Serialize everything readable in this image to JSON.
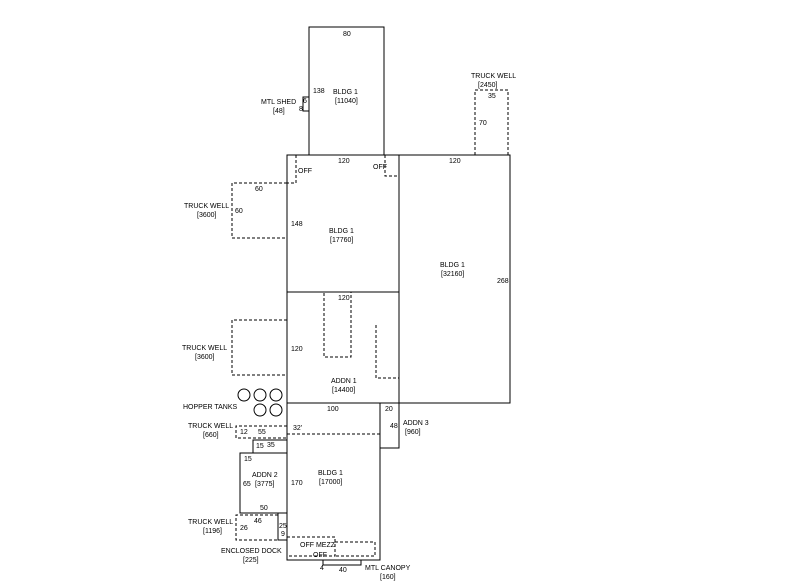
{
  "labels": {
    "dim_80": "80",
    "bldg1_top": "BLDG 1",
    "bldg1_top_area": "[11040]",
    "dim_138": "138",
    "dim_6": "6",
    "dim_8": "8",
    "mtl_shed": "MTL SHED",
    "mtl_shed_area": "[48]",
    "truck_well_tr": "TRUCK WELL",
    "truck_well_tr_area": "[2450]",
    "dim_35_tr": "35",
    "dim_70": "70",
    "dim_120_mid": "120",
    "dim_120_right": "120",
    "off_1": "OFF",
    "off_2": "OFF",
    "dim_60_top": "60",
    "dim_60_side": "60",
    "truck_well_l1": "TRUCK WELL",
    "truck_well_l1_area": "[3600]",
    "dim_148": "148",
    "bldg1_mid": "BLDG 1",
    "bldg1_mid_area": "[17760]",
    "bldg1_right": "BLDG 1",
    "bldg1_right_area": "[32160]",
    "dim_268": "268",
    "dim_120_addn": "120",
    "truck_well_l2": "TRUCK WELL",
    "truck_well_l2_area": "[3600]",
    "dim_120_l2": "120",
    "addn1": "ADDN 1",
    "addn1_area": "[14400]",
    "hopper_tanks": "HOPPER TANKS",
    "dim_100": "100",
    "dim_20": "20",
    "dim_48": "48",
    "addn3": "ADDN 3",
    "addn3_area": "[960]",
    "truck_well_l3": "TRUCK WELL",
    "truck_well_l3_area": "[660]",
    "dim_12": "12",
    "dim_55": "55",
    "dim_32": "32'",
    "dim_15a": "15",
    "dim_35_b": "35",
    "dim_15b": "15",
    "addn2": "ADDN 2",
    "addn2_area": "[3775]",
    "dim_65": "65",
    "dim_170": "170",
    "bldg1_bot": "BLDG 1",
    "bldg1_bot_area": "[17000]",
    "dim_50": "50",
    "truck_well_l4": "TRUCK WELL",
    "truck_well_l4_area": "[1196]",
    "dim_46": "46",
    "dim_26": "26",
    "dim_25": "25",
    "dim_9": "9",
    "enclosed_dock": "ENCLOSED DOCK",
    "enclosed_dock_area": "[225]",
    "off_mezz": "OFF MEZZ",
    "off_3": "OFF",
    "dim_4": "4",
    "dim_40": "40",
    "mtl_canopy": "MTL CANOPY",
    "mtl_canopy_area": "[160]"
  }
}
